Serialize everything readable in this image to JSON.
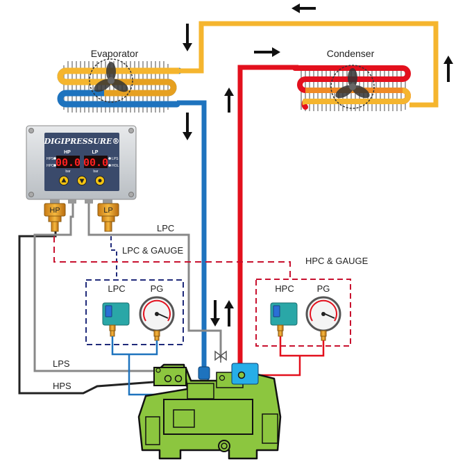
{
  "labels": {
    "evaporator": "Evaporator",
    "condenser": "Condenser",
    "lpc": "LPC",
    "lpc_gauge": "LPC & GAUGE",
    "hpc_gauge": "HPC & GAUGE",
    "lps": "LPS",
    "hps": "HPS"
  },
  "controller": {
    "brand": "DIGIPRESSURE®",
    "hp_label": "HP",
    "lp_label": "LP",
    "hp_value": "00.0",
    "lp_value": "00.0",
    "led_left_top": "HPS",
    "led_left_bottom": "HPC",
    "led_right_top": "LPS",
    "led_right_bottom": "HOL",
    "unit_left": "bar",
    "unit_right": "bar",
    "port_hp": "HP",
    "port_lp": "LP"
  },
  "low_box": {
    "switch_label": "LPC",
    "gauge_label": "PG"
  },
  "high_box": {
    "switch_label": "HPC",
    "gauge_label": "PG"
  },
  "colors": {
    "suction_line": "#1e73be",
    "discharge_line": "#e3101d",
    "liquid_line": "#f5b52e",
    "compressor": "#8cc63f",
    "low_dash": "#1f2a7a",
    "high_dash": "#c8102e",
    "signal_line": "#888888",
    "hps_line": "#222222"
  }
}
